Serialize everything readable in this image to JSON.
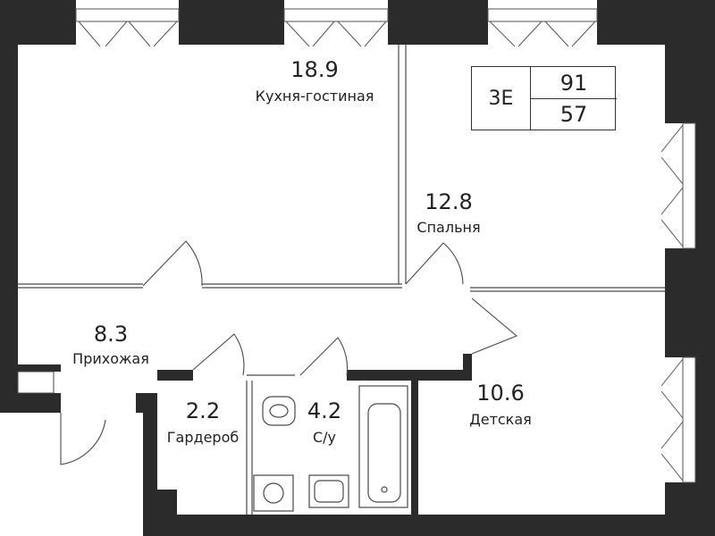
{
  "apartment": {
    "code": "3E",
    "total_area": "91",
    "living_area": "57"
  },
  "rooms": [
    {
      "id": "kitchen",
      "area": "18.9",
      "name": "Кухня-гостиная"
    },
    {
      "id": "bedroom",
      "area": "12.8",
      "name": "Спальня"
    },
    {
      "id": "hallway",
      "area": "8.3",
      "name": "Прихожая"
    },
    {
      "id": "wardrobe",
      "area": "2.2",
      "name": "Гардероб"
    },
    {
      "id": "bathroom",
      "area": "4.2",
      "name": "С/у"
    },
    {
      "id": "kids",
      "area": "10.6",
      "name": "Детская"
    }
  ],
  "colors": {
    "wall": "#2b2b2b",
    "line": "#4a4a4a",
    "background": "#ffffff"
  }
}
